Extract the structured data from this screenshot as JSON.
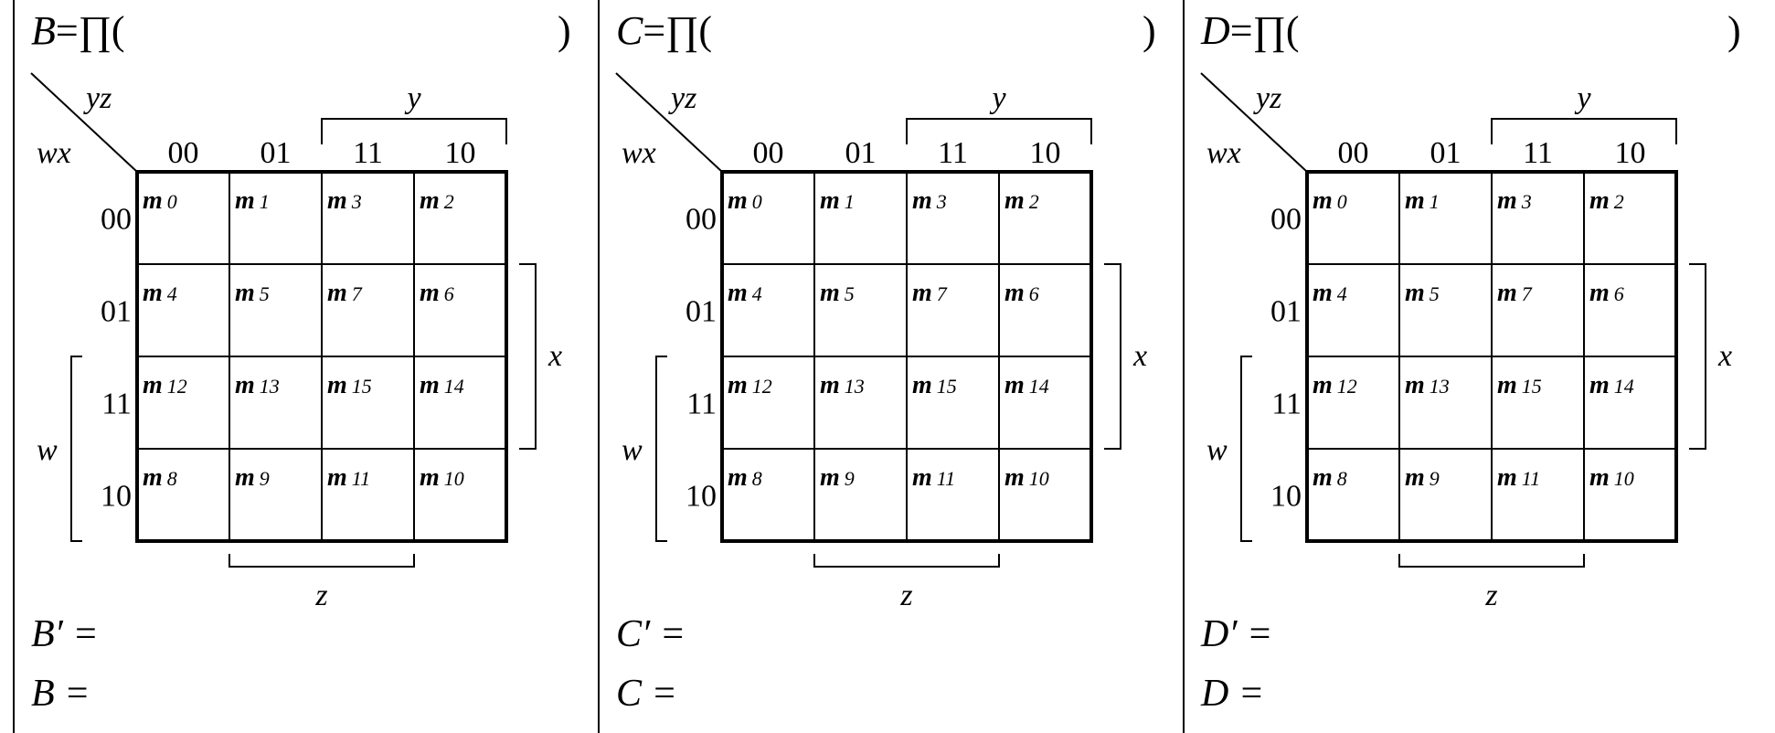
{
  "panels": [
    {
      "name": "B",
      "title_var": "B",
      "title_op": "=∏(",
      "title_close": ")",
      "complement_eq": "B′ =",
      "function_eq": "B ="
    },
    {
      "name": "C",
      "title_var": "C",
      "title_op": "=∏(",
      "title_close": ")",
      "complement_eq": "C′ =",
      "function_eq": "C ="
    },
    {
      "name": "D",
      "title_var": "D",
      "title_op": "=∏(",
      "title_close": ")",
      "complement_eq": "D′ =",
      "function_eq": "D ="
    }
  ],
  "kmap": {
    "row_var_label": "wx",
    "col_var_label": "yz",
    "col_headers": [
      "00",
      "01",
      "11",
      "10"
    ],
    "row_headers": [
      "00",
      "01",
      "11",
      "10"
    ],
    "bracket_labels": {
      "y": "y",
      "x": "x",
      "w": "w",
      "z": "z"
    },
    "cell_letter": "m",
    "cells": [
      [
        "0",
        "1",
        "3",
        "2"
      ],
      [
        "4",
        "5",
        "7",
        "6"
      ],
      [
        "12",
        "13",
        "15",
        "14"
      ],
      [
        "8",
        "9",
        "11",
        "10"
      ]
    ]
  }
}
